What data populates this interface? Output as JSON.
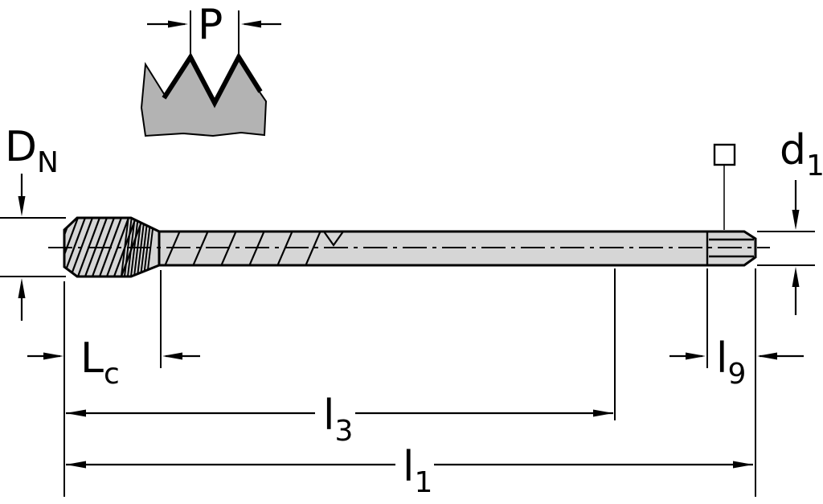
{
  "labels": {
    "P": {
      "main": "P",
      "sub": ""
    },
    "DN": {
      "main": "D",
      "sub": "N"
    },
    "d1": {
      "main": "d",
      "sub": "1"
    },
    "Lc": {
      "main": "L",
      "sub": "c"
    },
    "l3": {
      "main": "l",
      "sub": "3"
    },
    "l1": {
      "main": "l",
      "sub": "1"
    },
    "l9": {
      "main": "l",
      "sub": "9"
    }
  },
  "colors": {
    "line": "#000000",
    "profile_fill": "#b3b3b3",
    "body_fill": "#d6d6d6",
    "background": "#ffffff"
  },
  "icons": {
    "square_drive": "square-outline-symbol"
  }
}
